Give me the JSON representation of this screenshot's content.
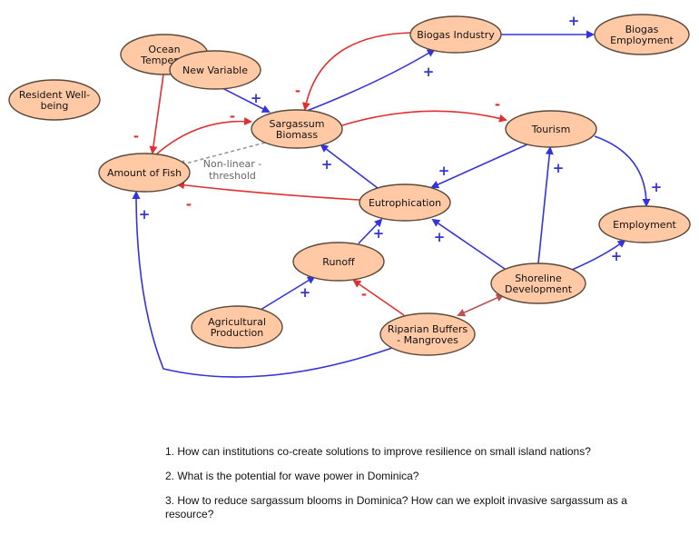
{
  "colors": {
    "node_fill": "#FFC9A6",
    "node_stroke": "#5a4a3a",
    "positive_link": "#3333DD",
    "negative_link": "#E03030",
    "bidirectional_link": "#C05050",
    "threshold_link": "#999999"
  },
  "nodes": [
    {
      "id": "ocean",
      "lines": [
        "Ocean",
        "Temperat"
      ]
    },
    {
      "id": "newvar",
      "lines": [
        "New Variable"
      ]
    },
    {
      "id": "resident",
      "lines": [
        "Resident Well-",
        "being"
      ]
    },
    {
      "id": "biogas_ind",
      "lines": [
        "Biogas Industry"
      ]
    },
    {
      "id": "biogas_emp",
      "lines": [
        "Biogas",
        "Employment"
      ]
    },
    {
      "id": "sargassum",
      "lines": [
        "Sargassum",
        "Biomass"
      ]
    },
    {
      "id": "tourism",
      "lines": [
        "Tourism"
      ]
    },
    {
      "id": "fish",
      "lines": [
        "Amount of Fish"
      ]
    },
    {
      "id": "eutro",
      "lines": [
        "Eutrophication"
      ]
    },
    {
      "id": "employment",
      "lines": [
        "Employment"
      ]
    },
    {
      "id": "runoff",
      "lines": [
        "Runoff"
      ]
    },
    {
      "id": "shoreline",
      "lines": [
        "Shoreline",
        "Development"
      ]
    },
    {
      "id": "agri",
      "lines": [
        "Agricultural",
        "Production"
      ]
    },
    {
      "id": "riparian",
      "lines": [
        "Riparian Buffers",
        "- Mangroves"
      ]
    }
  ],
  "links": [
    {
      "id": "ocean-fish",
      "from": "ocean",
      "to": "fish",
      "polarity": "-"
    },
    {
      "id": "newvar-sarg",
      "from": "newvar",
      "to": "sargassum",
      "polarity": "+"
    },
    {
      "id": "biogas-sarg",
      "from": "biogas_ind",
      "to": "sargassum",
      "polarity": "-"
    },
    {
      "id": "sarg-biogas",
      "from": "sargassum",
      "to": "biogas_ind",
      "polarity": "+"
    },
    {
      "id": "biogas-emp",
      "from": "biogas_ind",
      "to": "biogas_emp",
      "polarity": "+"
    },
    {
      "id": "fish-sarg",
      "from": "fish",
      "to": "sargassum",
      "polarity": "-"
    },
    {
      "id": "sarg-tourism",
      "from": "sargassum",
      "to": "tourism",
      "polarity": "-"
    },
    {
      "id": "sarg-fish",
      "from": "sargassum",
      "to": "fish",
      "polarity": "",
      "note": [
        "Non-linear -",
        "threshold"
      ]
    },
    {
      "id": "eutro-sarg",
      "from": "eutro",
      "to": "sargassum",
      "polarity": "+"
    },
    {
      "id": "tourism-eutro",
      "from": "tourism",
      "to": "eutro",
      "polarity": "+"
    },
    {
      "id": "tourism-emp",
      "from": "tourism",
      "to": "employment",
      "polarity": "+"
    },
    {
      "id": "eutro-fish",
      "from": "eutro",
      "to": "fish",
      "polarity": "-"
    },
    {
      "id": "runoff-eutro",
      "from": "runoff",
      "to": "eutro",
      "polarity": "+"
    },
    {
      "id": "shore-eutro",
      "from": "shoreline",
      "to": "eutro",
      "polarity": "+"
    },
    {
      "id": "shore-tourism",
      "from": "shoreline",
      "to": "tourism",
      "polarity": "+"
    },
    {
      "id": "shore-emp",
      "from": "shoreline",
      "to": "employment",
      "polarity": "+"
    },
    {
      "id": "agri-runoff",
      "from": "agri",
      "to": "runoff",
      "polarity": "+"
    },
    {
      "id": "riparian-runoff",
      "from": "riparian",
      "to": "runoff",
      "polarity": "-"
    },
    {
      "id": "shore-riparian",
      "from": "shoreline",
      "to": "riparian",
      "polarity": "",
      "bidirectional": true
    },
    {
      "id": "riparian-fish",
      "from": "riparian",
      "to": "fish",
      "polarity": "+"
    }
  ],
  "questions": [
    "1. How can institutions co-create solutions to improve resilience on small island nations?",
    "2. What is the potential for wave power in Dominica?",
    "3. How to reduce sargassum blooms in Dominica? How can we exploit invasive sargassum as a resource?"
  ]
}
